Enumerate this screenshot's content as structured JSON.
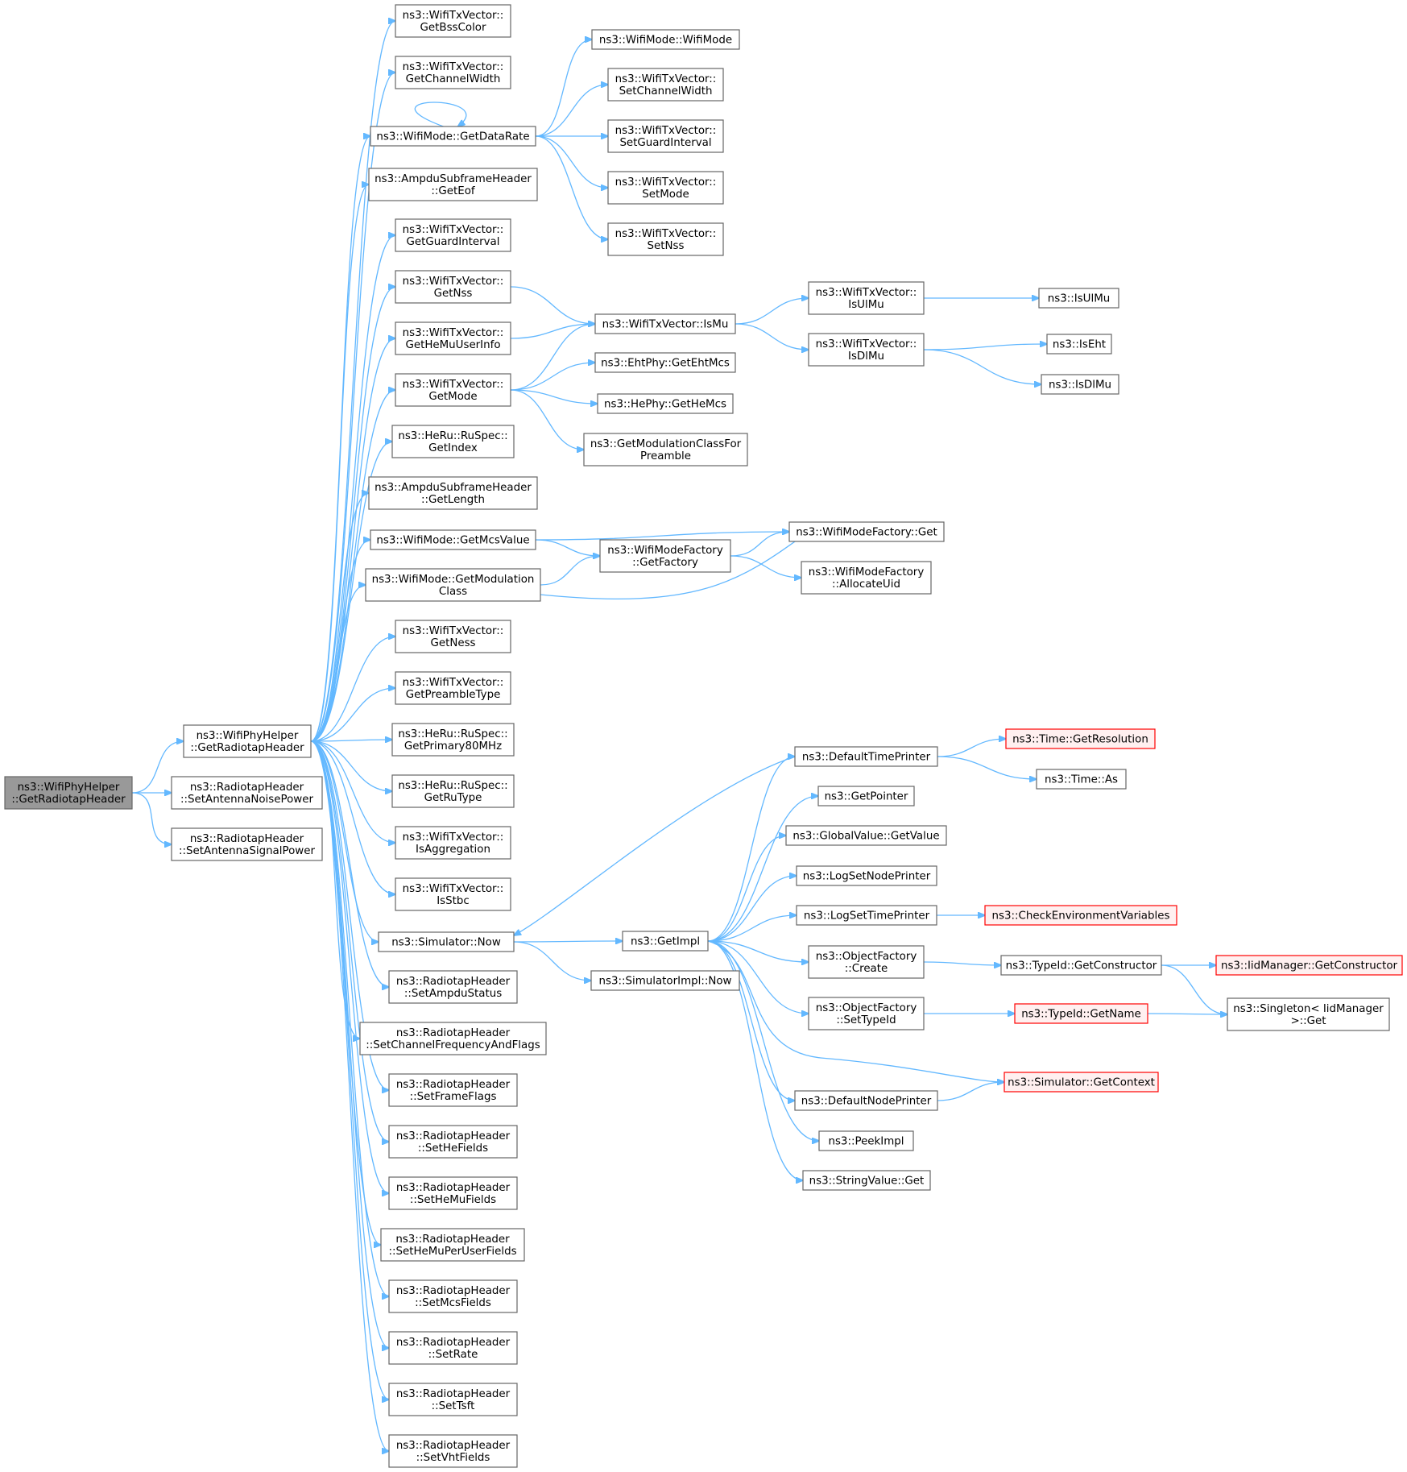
{
  "graph": {
    "nodes": [
      {
        "id": "root",
        "lines": [
          "ns3::WifiPhyHelper",
          "::GetRadiotapHeader"
        ],
        "kind": "root"
      },
      {
        "id": "helper",
        "lines": [
          "ns3::WifiPhyHelper",
          "::GetRadiotapHeader"
        ],
        "kind": "normal"
      },
      {
        "id": "setAntNoise",
        "lines": [
          "ns3::RadiotapHeader",
          "::SetAntennaNoisePower"
        ],
        "kind": "normal"
      },
      {
        "id": "setAntSignal",
        "lines": [
          "ns3::RadiotapHeader",
          "::SetAntennaSignalPower"
        ],
        "kind": "normal"
      },
      {
        "id": "getBssColor",
        "lines": [
          "ns3::WifiTxVector::",
          "GetBssColor"
        ],
        "kind": "normal"
      },
      {
        "id": "getChannelWidth",
        "lines": [
          "ns3::WifiTxVector::",
          "GetChannelWidth"
        ],
        "kind": "normal"
      },
      {
        "id": "getDataRate",
        "lines": [
          "ns3::WifiMode::GetDataRate"
        ],
        "kind": "normal"
      },
      {
        "id": "getEof",
        "lines": [
          "ns3::AmpduSubframeHeader",
          "::GetEof"
        ],
        "kind": "normal"
      },
      {
        "id": "getGuardInterval",
        "lines": [
          "ns3::WifiTxVector::",
          "GetGuardInterval"
        ],
        "kind": "normal"
      },
      {
        "id": "getNss",
        "lines": [
          "ns3::WifiTxVector::",
          "GetNss"
        ],
        "kind": "normal"
      },
      {
        "id": "getHeMuUserInfo",
        "lines": [
          "ns3::WifiTxVector::",
          "GetHeMuUserInfo"
        ],
        "kind": "normal"
      },
      {
        "id": "getMode",
        "lines": [
          "ns3::WifiTxVector::",
          "GetMode"
        ],
        "kind": "normal"
      },
      {
        "id": "getIndex",
        "lines": [
          "ns3::HeRu::RuSpec::",
          "GetIndex"
        ],
        "kind": "normal"
      },
      {
        "id": "getLength",
        "lines": [
          "ns3::AmpduSubframeHeader",
          "::GetLength"
        ],
        "kind": "normal"
      },
      {
        "id": "getMcsValue",
        "lines": [
          "ns3::WifiMode::GetMcsValue"
        ],
        "kind": "normal"
      },
      {
        "id": "getModClass",
        "lines": [
          "ns3::WifiMode::GetModulation",
          "Class"
        ],
        "kind": "normal"
      },
      {
        "id": "getNess",
        "lines": [
          "ns3::WifiTxVector::",
          "GetNess"
        ],
        "kind": "normal"
      },
      {
        "id": "getPreambleType",
        "lines": [
          "ns3::WifiTxVector::",
          "GetPreambleType"
        ],
        "kind": "normal"
      },
      {
        "id": "getPrimary80",
        "lines": [
          "ns3::HeRu::RuSpec::",
          "GetPrimary80MHz"
        ],
        "kind": "normal"
      },
      {
        "id": "getRuType",
        "lines": [
          "ns3::HeRu::RuSpec::",
          "GetRuType"
        ],
        "kind": "normal"
      },
      {
        "id": "isAggregation",
        "lines": [
          "ns3::WifiTxVector::",
          "IsAggregation"
        ],
        "kind": "normal"
      },
      {
        "id": "isStbc",
        "lines": [
          "ns3::WifiTxVector::",
          "IsStbc"
        ],
        "kind": "normal"
      },
      {
        "id": "simNow",
        "lines": [
          "ns3::Simulator::Now"
        ],
        "kind": "normal"
      },
      {
        "id": "setAmpduStatus",
        "lines": [
          "ns3::RadiotapHeader",
          "::SetAmpduStatus"
        ],
        "kind": "normal"
      },
      {
        "id": "setChanFreq",
        "lines": [
          "ns3::RadiotapHeader",
          "::SetChannelFrequencyAndFlags"
        ],
        "kind": "normal"
      },
      {
        "id": "setFrameFlags",
        "lines": [
          "ns3::RadiotapHeader",
          "::SetFrameFlags"
        ],
        "kind": "normal"
      },
      {
        "id": "setHeFields",
        "lines": [
          "ns3::RadiotapHeader",
          "::SetHeFields"
        ],
        "kind": "normal"
      },
      {
        "id": "setHeMuFields",
        "lines": [
          "ns3::RadiotapHeader",
          "::SetHeMuFields"
        ],
        "kind": "normal"
      },
      {
        "id": "setHeMuPerUser",
        "lines": [
          "ns3::RadiotapHeader",
          "::SetHeMuPerUserFields"
        ],
        "kind": "normal"
      },
      {
        "id": "setMcsFields",
        "lines": [
          "ns3::RadiotapHeader",
          "::SetMcsFields"
        ],
        "kind": "normal"
      },
      {
        "id": "setRate",
        "lines": [
          "ns3::RadiotapHeader",
          "::SetRate"
        ],
        "kind": "normal"
      },
      {
        "id": "setTsft",
        "lines": [
          "ns3::RadiotapHeader",
          "::SetTsft"
        ],
        "kind": "normal"
      },
      {
        "id": "setVhtFields",
        "lines": [
          "ns3::RadiotapHeader",
          "::SetVhtFields"
        ],
        "kind": "normal"
      },
      {
        "id": "wifiModeCtor",
        "lines": [
          "ns3::WifiMode::WifiMode"
        ],
        "kind": "normal"
      },
      {
        "id": "setChannelWidth",
        "lines": [
          "ns3::WifiTxVector::",
          "SetChannelWidth"
        ],
        "kind": "normal"
      },
      {
        "id": "setGuardInterval",
        "lines": [
          "ns3::WifiTxVector::",
          "SetGuardInterval"
        ],
        "kind": "normal"
      },
      {
        "id": "setMode",
        "lines": [
          "ns3::WifiTxVector::",
          "SetMode"
        ],
        "kind": "normal"
      },
      {
        "id": "setNss",
        "lines": [
          "ns3::WifiTxVector::",
          "SetNss"
        ],
        "kind": "normal"
      },
      {
        "id": "isMu",
        "lines": [
          "ns3::WifiTxVector::IsMu"
        ],
        "kind": "normal"
      },
      {
        "id": "getEhtMcs",
        "lines": [
          "ns3::EhtPhy::GetEhtMcs"
        ],
        "kind": "normal"
      },
      {
        "id": "getHeMcs",
        "lines": [
          "ns3::HePhy::GetHeMcs"
        ],
        "kind": "normal"
      },
      {
        "id": "getModClassForPreamble",
        "lines": [
          "ns3::GetModulationClassFor",
          "Preamble"
        ],
        "kind": "normal"
      },
      {
        "id": "getFactory",
        "lines": [
          "ns3::WifiModeFactory",
          "::GetFactory"
        ],
        "kind": "normal"
      },
      {
        "id": "getImpl",
        "lines": [
          "ns3::GetImpl"
        ],
        "kind": "normal"
      },
      {
        "id": "simImplNow",
        "lines": [
          "ns3::SimulatorImpl::Now"
        ],
        "kind": "normal"
      },
      {
        "id": "isUlMuVec",
        "lines": [
          "ns3::WifiTxVector::",
          "IsUlMu"
        ],
        "kind": "normal"
      },
      {
        "id": "isDlMuVec",
        "lines": [
          "ns3::WifiTxVector::",
          "IsDlMu"
        ],
        "kind": "normal"
      },
      {
        "id": "factoryGet",
        "lines": [
          "ns3::WifiModeFactory::Get"
        ],
        "kind": "normal"
      },
      {
        "id": "allocateUid",
        "lines": [
          "ns3::WifiModeFactory",
          "::AllocateUid"
        ],
        "kind": "normal"
      },
      {
        "id": "defaultTimePrinter",
        "lines": [
          "ns3::DefaultTimePrinter"
        ],
        "kind": "normal"
      },
      {
        "id": "getPointer",
        "lines": [
          "ns3::GetPointer"
        ],
        "kind": "normal"
      },
      {
        "id": "globalGetValue",
        "lines": [
          "ns3::GlobalValue::GetValue"
        ],
        "kind": "normal"
      },
      {
        "id": "logSetNodePrinter",
        "lines": [
          "ns3::LogSetNodePrinter"
        ],
        "kind": "normal"
      },
      {
        "id": "logSetTimePrinter",
        "lines": [
          "ns3::LogSetTimePrinter"
        ],
        "kind": "normal"
      },
      {
        "id": "objFactoryCreate",
        "lines": [
          "ns3::ObjectFactory",
          "::Create"
        ],
        "kind": "normal"
      },
      {
        "id": "objFactorySetTypeId",
        "lines": [
          "ns3::ObjectFactory",
          "::SetTypeId"
        ],
        "kind": "normal"
      },
      {
        "id": "defaultNodePrinter",
        "lines": [
          "ns3::DefaultNodePrinter"
        ],
        "kind": "normal"
      },
      {
        "id": "peekImpl",
        "lines": [
          "ns3::PeekImpl"
        ],
        "kind": "normal"
      },
      {
        "id": "stringValueGet",
        "lines": [
          "ns3::StringValue::Get"
        ],
        "kind": "normal"
      },
      {
        "id": "isUlMu",
        "lines": [
          "ns3::IsUlMu"
        ],
        "kind": "normal"
      },
      {
        "id": "isEht",
        "lines": [
          "ns3::IsEht"
        ],
        "kind": "normal"
      },
      {
        "id": "isDlMu",
        "lines": [
          "ns3::IsDlMu"
        ],
        "kind": "normal"
      },
      {
        "id": "timeGetResolution",
        "lines": [
          "ns3::Time::GetResolution"
        ],
        "kind": "trunc"
      },
      {
        "id": "timeAs",
        "lines": [
          "ns3::Time::As"
        ],
        "kind": "normal"
      },
      {
        "id": "checkEnv",
        "lines": [
          "ns3::CheckEnvironmentVariables"
        ],
        "kind": "trunc"
      },
      {
        "id": "typeIdGetConstructor",
        "lines": [
          "ns3::TypeId::GetConstructor"
        ],
        "kind": "normal"
      },
      {
        "id": "typeIdGetName",
        "lines": [
          "ns3::TypeId::GetName"
        ],
        "kind": "trunc"
      },
      {
        "id": "simGetContext",
        "lines": [
          "ns3::Simulator::GetContext"
        ],
        "kind": "trunc"
      },
      {
        "id": "iidGetConstructor",
        "lines": [
          "ns3::IidManager::GetConstructor"
        ],
        "kind": "trunc"
      },
      {
        "id": "singletonGet",
        "lines": [
          "ns3::Singleton< IidManager",
          " >::Get"
        ],
        "kind": "normal"
      }
    ]
  }
}
